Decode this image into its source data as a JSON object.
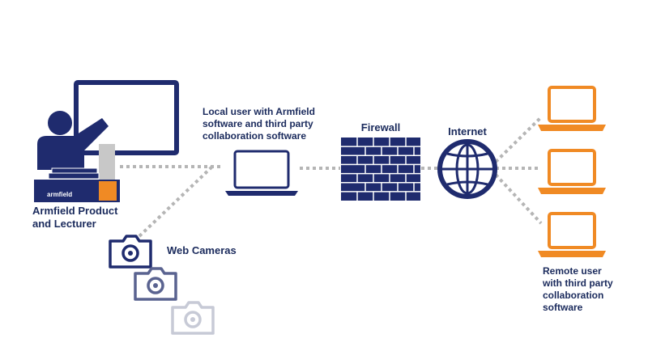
{
  "labels": {
    "lecturer": "Armfield Product\nand Lecturer",
    "local_user": "Local user with Armfield\nsoftware and third party\ncollaboration software",
    "firewall": "Firewall",
    "internet": "Internet",
    "web_cameras": "Web Cameras",
    "remote_user": "Remote user\nwith third party\ncollaboration\nsoftware",
    "brand": "armfield"
  },
  "colors": {
    "navy": "#1f2b6e",
    "orange": "#f08a24",
    "gray_dots": "#b5b5b5",
    "camera_mid": "#5a6390",
    "camera_light": "#c7cad6",
    "label_text": "#1a2a5c"
  },
  "icons": {
    "lecturer": "presenter-icon",
    "local_laptop": "laptop-icon",
    "firewall": "brick-wall-icon",
    "internet": "globe-icon",
    "cameras": "camera-icon",
    "remote": "laptop-icon"
  }
}
